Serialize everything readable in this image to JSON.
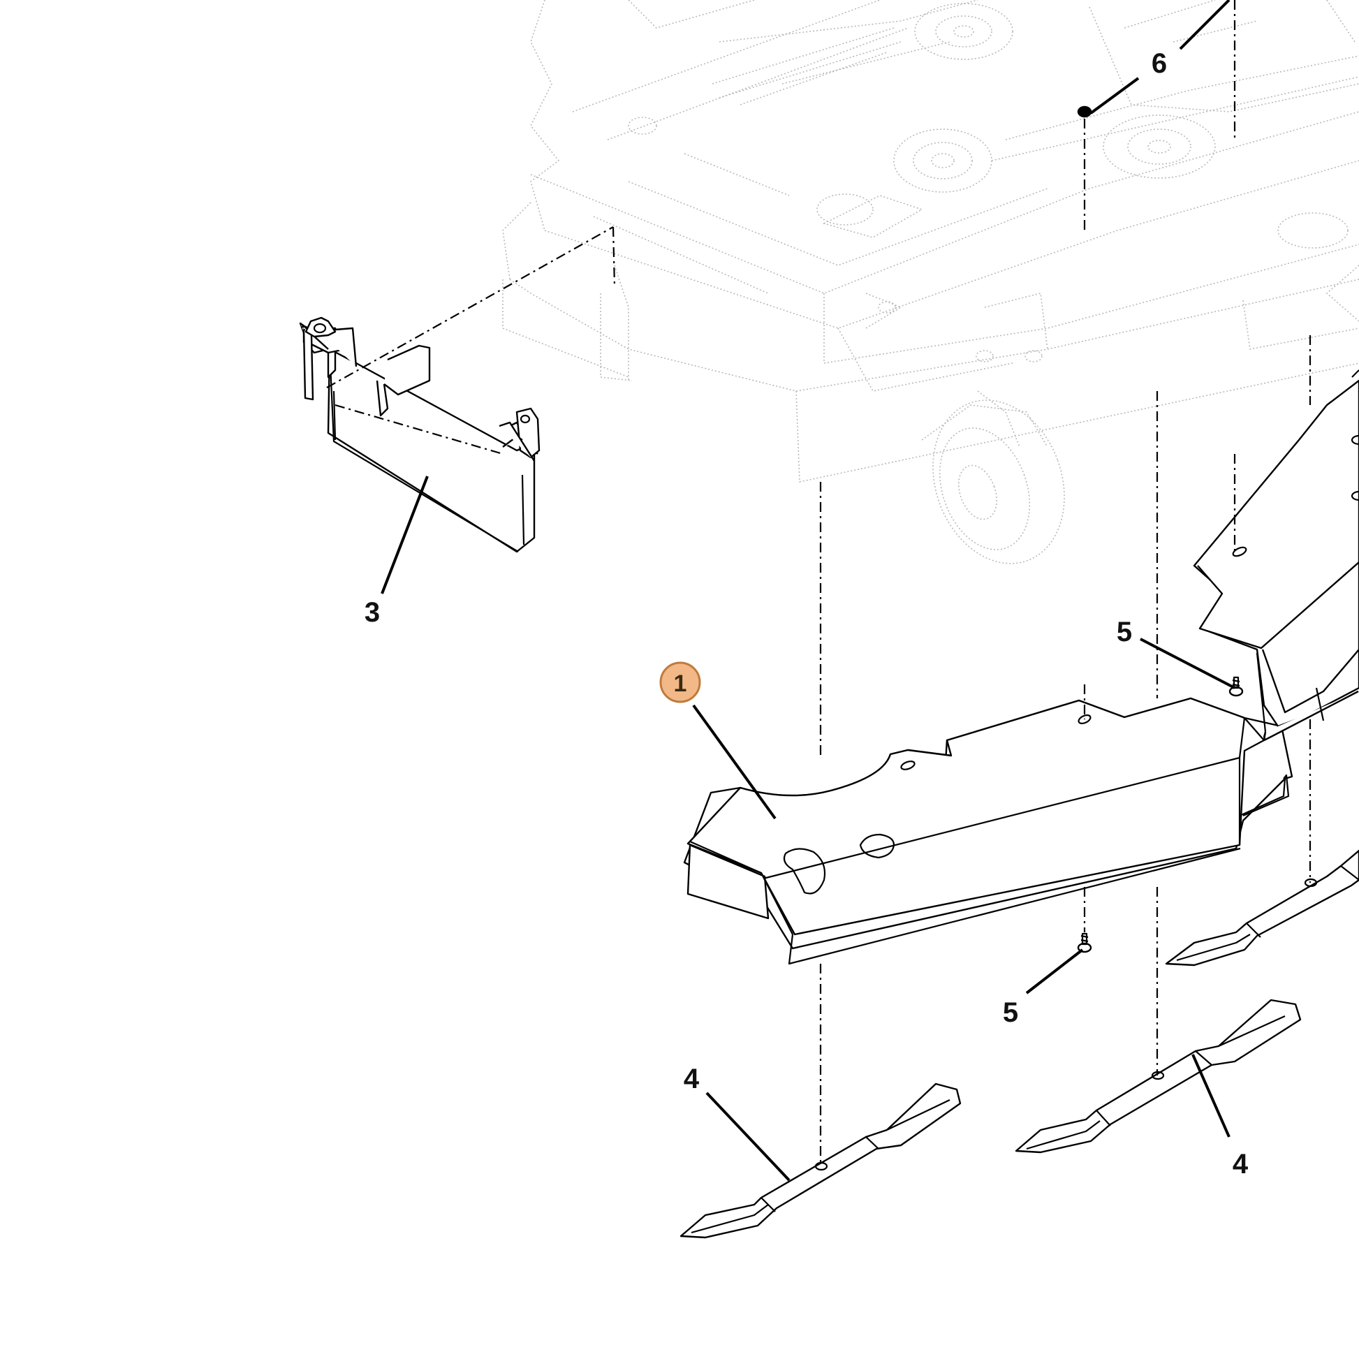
{
  "callouts": [
    {
      "id": "1",
      "label": "1",
      "highlighted": true
    },
    {
      "id": "3",
      "label": "3"
    },
    {
      "id": "4a",
      "label": "4"
    },
    {
      "id": "4b",
      "label": "4"
    },
    {
      "id": "5a",
      "label": "5"
    },
    {
      "id": "5b",
      "label": "5"
    },
    {
      "id": "6",
      "label": "6"
    }
  ],
  "colors": {
    "highlight_fill": "#f2b888",
    "highlight_stroke": "#c07a3c",
    "line": "#000000",
    "background_frame": "#b9b9b9"
  },
  "parts_icons": {
    "frame": "mower-deck-frame-icon",
    "baffle": "deck-baffle-icon",
    "bracket": "front-baffle-bracket-icon",
    "blade": "mower-blade-icon",
    "screw": "screw-icon",
    "nut": "nut-icon"
  }
}
